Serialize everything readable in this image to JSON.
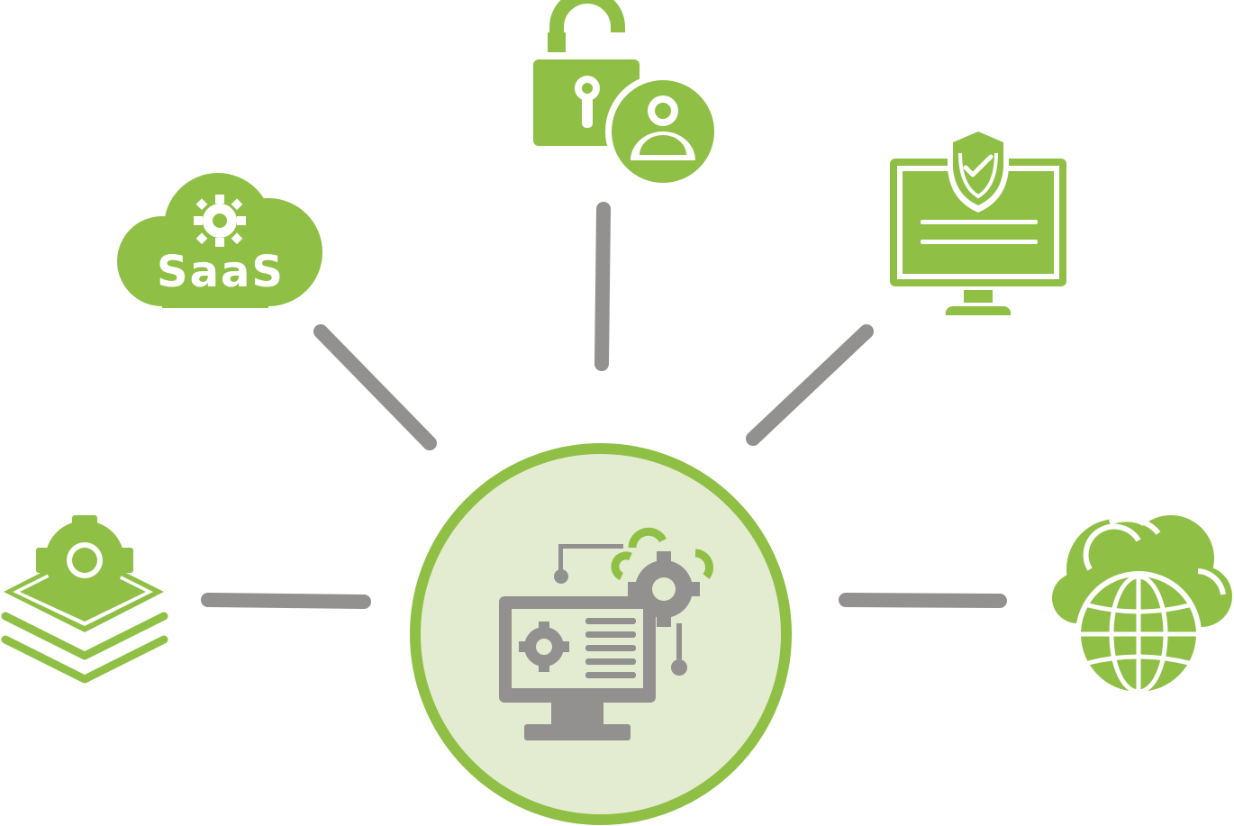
{
  "diagram": {
    "center": {
      "icon": "computer-settings-icon"
    },
    "nodes": [
      {
        "id": "saas",
        "icon": "saas-cloud-icon",
        "label": "SaaS"
      },
      {
        "id": "access",
        "icon": "lock-user-icon"
      },
      {
        "id": "security",
        "icon": "monitor-shield-icon"
      },
      {
        "id": "platform",
        "icon": "stacked-layers-gear-icon"
      },
      {
        "id": "network",
        "icon": "cloud-globe-icon"
      }
    ]
  },
  "colors": {
    "accent": "#8fc045",
    "connector": "#939090",
    "center_fill": "#e3ecd0",
    "center_icon": "#939090",
    "background": "#ffffff"
  }
}
